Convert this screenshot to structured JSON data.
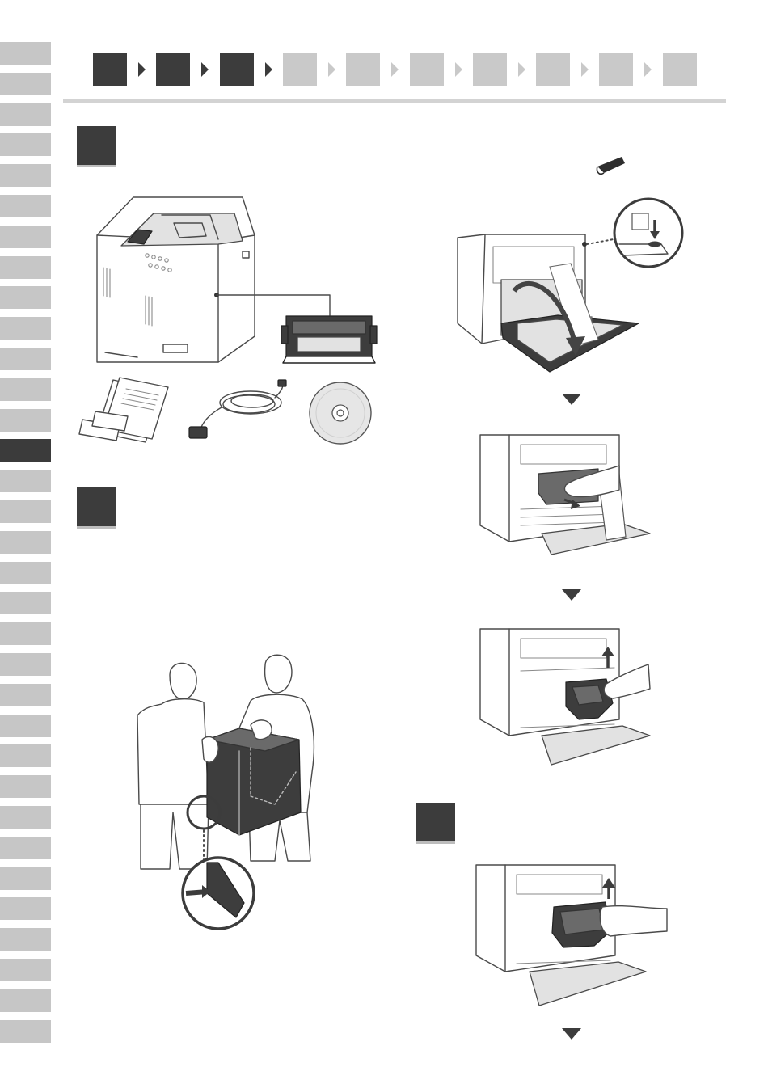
{
  "progress": {
    "total_steps": 10,
    "completed_steps": 3
  },
  "language_tabs": {
    "count": 33,
    "active_index": 13
  },
  "sections": [
    {
      "id": "box-contents",
      "label": ""
    },
    {
      "id": "move-printer",
      "label": ""
    },
    {
      "id": "remove-packing",
      "label": ""
    },
    {
      "id": "insert-cartridge",
      "label": ""
    }
  ],
  "callouts": {
    "callout_1": "",
    "callout_2": ""
  },
  "colors": {
    "dark": "#3c3c3c",
    "light": "#c9c9c9",
    "tab": "#c6c6c6",
    "rule": "#d3d3d3"
  },
  "icons": [
    "printer-icon",
    "drum-unit-icon",
    "manual-documents-icon",
    "power-cord-icon",
    "cd-rom-icon",
    "lift-printer-illustration",
    "tape-icon",
    "open-front-cover-illustration",
    "remove-packing-illustration",
    "pull-out-cartridge-illustration",
    "insert-cartridge-illustration"
  ]
}
